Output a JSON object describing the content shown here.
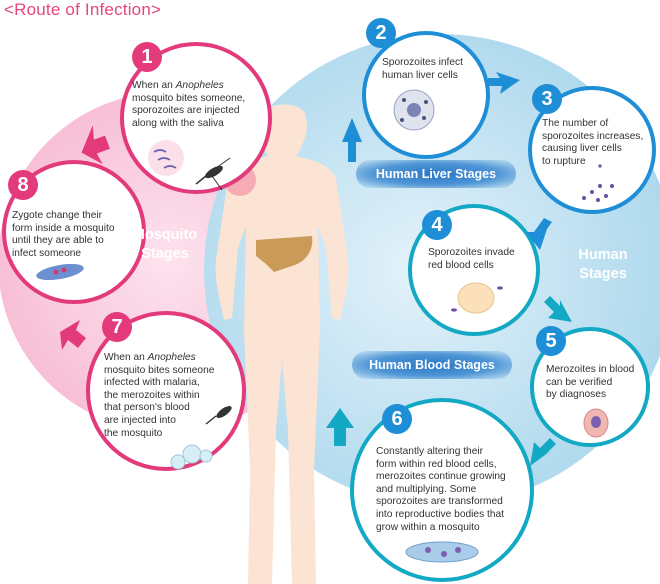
{
  "title": "<Route of Infection>",
  "labels": {
    "mosquito_stages": [
      "Mosquito",
      "Stages"
    ],
    "human_stages": [
      "Human",
      "Stages"
    ],
    "human_liver_stages": "Human Liver Stages",
    "human_blood_stages": "Human Blood Stages"
  },
  "steps": [
    {
      "num": "1",
      "lines": [
        "When an |Anopheles|",
        "mosquito bites someone,",
        "sporozoites are injected",
        "along with the saliva"
      ]
    },
    {
      "num": "2",
      "lines": [
        "Sporozoites infect",
        "human liver cells"
      ]
    },
    {
      "num": "3",
      "lines": [
        "The number of",
        "sporozoites increases,",
        "causing liver cells",
        "to rupture"
      ]
    },
    {
      "num": "4",
      "lines": [
        "Sporozoites invade",
        "red blood cells"
      ]
    },
    {
      "num": "5",
      "lines": [
        "Merozoites in blood",
        "can be verified",
        "by diagnoses"
      ]
    },
    {
      "num": "6",
      "lines": [
        "Constantly altering their",
        "form within red blood cells,",
        "merozoites continue growing",
        "and multiplying. Some",
        "sporozoites are transformed",
        "into reproductive bodies that",
        "grow within a mosquito"
      ]
    },
    {
      "num": "7",
      "lines": [
        "When an |Anopheles|",
        "mosquito bites someone",
        "infected with malaria,",
        "the merozoites within",
        "that person's blood",
        "are injected into",
        "the mosquito"
      ]
    },
    {
      "num": "8",
      "lines": [
        "Zygote change their",
        "form inside a mosquito",
        "until they are able to",
        "infect someone"
      ]
    }
  ],
  "colors": {
    "pink_accent": "#e23a7b",
    "blue_accent": "#1e8fd6",
    "pink_area": "#f8c6d9",
    "blue_area": "#b9deef",
    "body": "#fbe4d3",
    "liver": "#c99a58"
  },
  "icons": [
    "mosquito-icon",
    "liver-icon",
    "liver-cell-icon",
    "ruptured-cell-icon",
    "red-blood-cell-icon",
    "infected-cell-icon",
    "zygote-icon"
  ]
}
